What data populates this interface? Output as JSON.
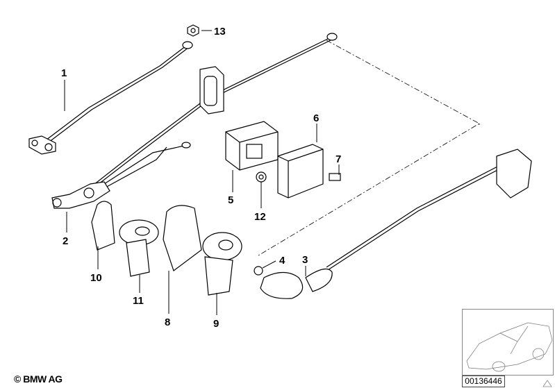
{
  "diagram": {
    "callouts": [
      {
        "id": "1",
        "text": "1"
      },
      {
        "id": "2",
        "text": "2"
      },
      {
        "id": "3",
        "text": "3"
      },
      {
        "id": "4",
        "text": "4"
      },
      {
        "id": "5",
        "text": "5"
      },
      {
        "id": "6",
        "text": "6"
      },
      {
        "id": "7",
        "text": "7"
      },
      {
        "id": "8",
        "text": "8"
      },
      {
        "id": "9",
        "text": "9"
      },
      {
        "id": "10",
        "text": "10"
      },
      {
        "id": "11",
        "text": "11"
      },
      {
        "id": "12",
        "text": "12"
      },
      {
        "id": "13",
        "text": "13"
      }
    ],
    "line_color": "#000000",
    "dashed_outline": true
  },
  "footer": {
    "copyright": "© BMW AG",
    "diagram_number": "00136446"
  },
  "thumbnail": {
    "subject": "car-outline-icon"
  }
}
